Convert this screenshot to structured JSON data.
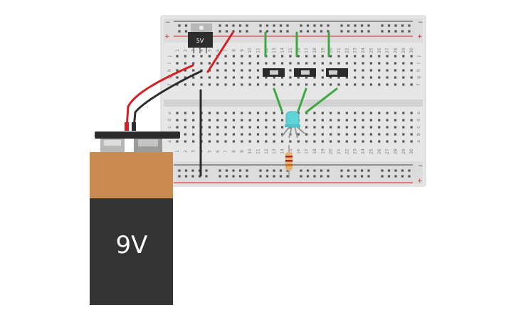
{
  "battery": {
    "label": "9V"
  },
  "regulator": {
    "label": "5V"
  },
  "breadboard": {
    "columns": 30,
    "rows_top": [
      "j",
      "i",
      "h",
      "g",
      "f"
    ],
    "rows_bottom": [
      "e",
      "d",
      "c",
      "b",
      "a"
    ],
    "rail_minus": "−",
    "rail_plus": "+"
  },
  "colors": {
    "red_wire": "#d42025",
    "black_wire": "#2d2d2d",
    "green_wire": "#3fa843",
    "led": "#5fd3d6",
    "battery_top": "#c98b4f",
    "battery_body": "#333333"
  },
  "components": {
    "switches": 3,
    "led": "RGB LED",
    "resistor": "resistor"
  }
}
